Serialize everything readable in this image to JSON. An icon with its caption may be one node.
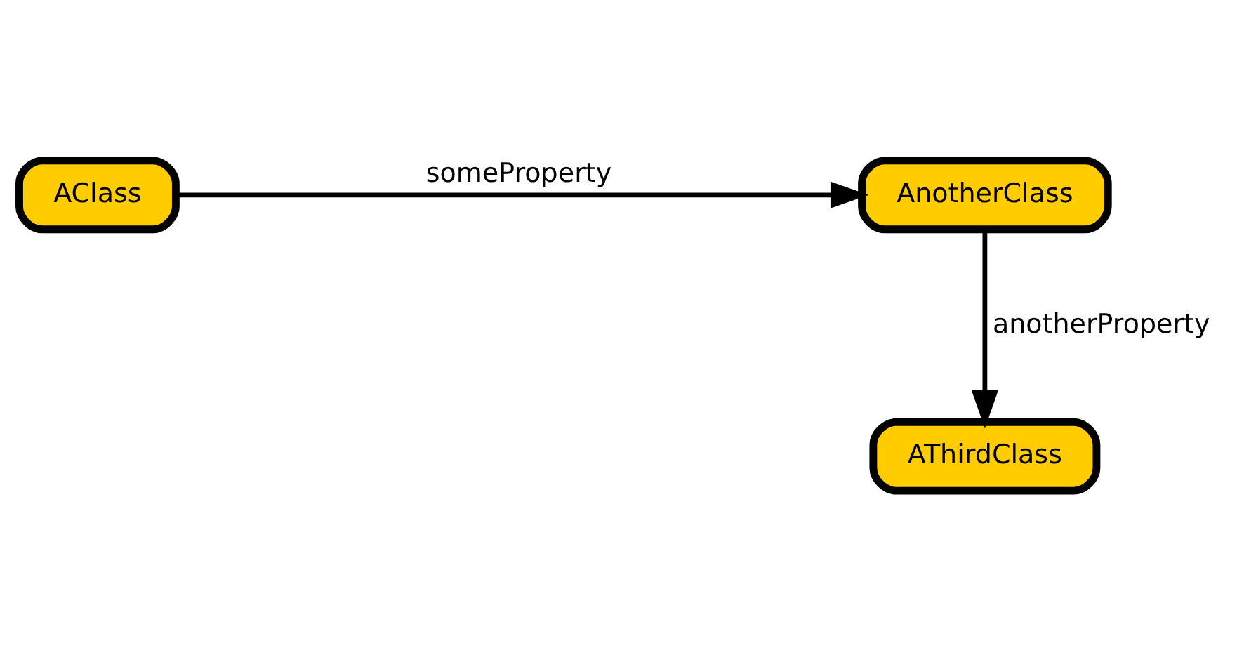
{
  "diagram": {
    "nodes": [
      {
        "text": [
          "AClass"
        ]
      },
      {
        "text": [
          "AnotherClass"
        ]
      },
      {
        "text": [
          "AThirdClass"
        ]
      }
    ],
    "edges": [
      {
        "from": 0,
        "to": 1,
        "arrow": "to",
        "label": "someProperty"
      },
      {
        "from": 1,
        "to": 2,
        "arrow": "to",
        "label": "anotherProperty"
      }
    ]
  }
}
